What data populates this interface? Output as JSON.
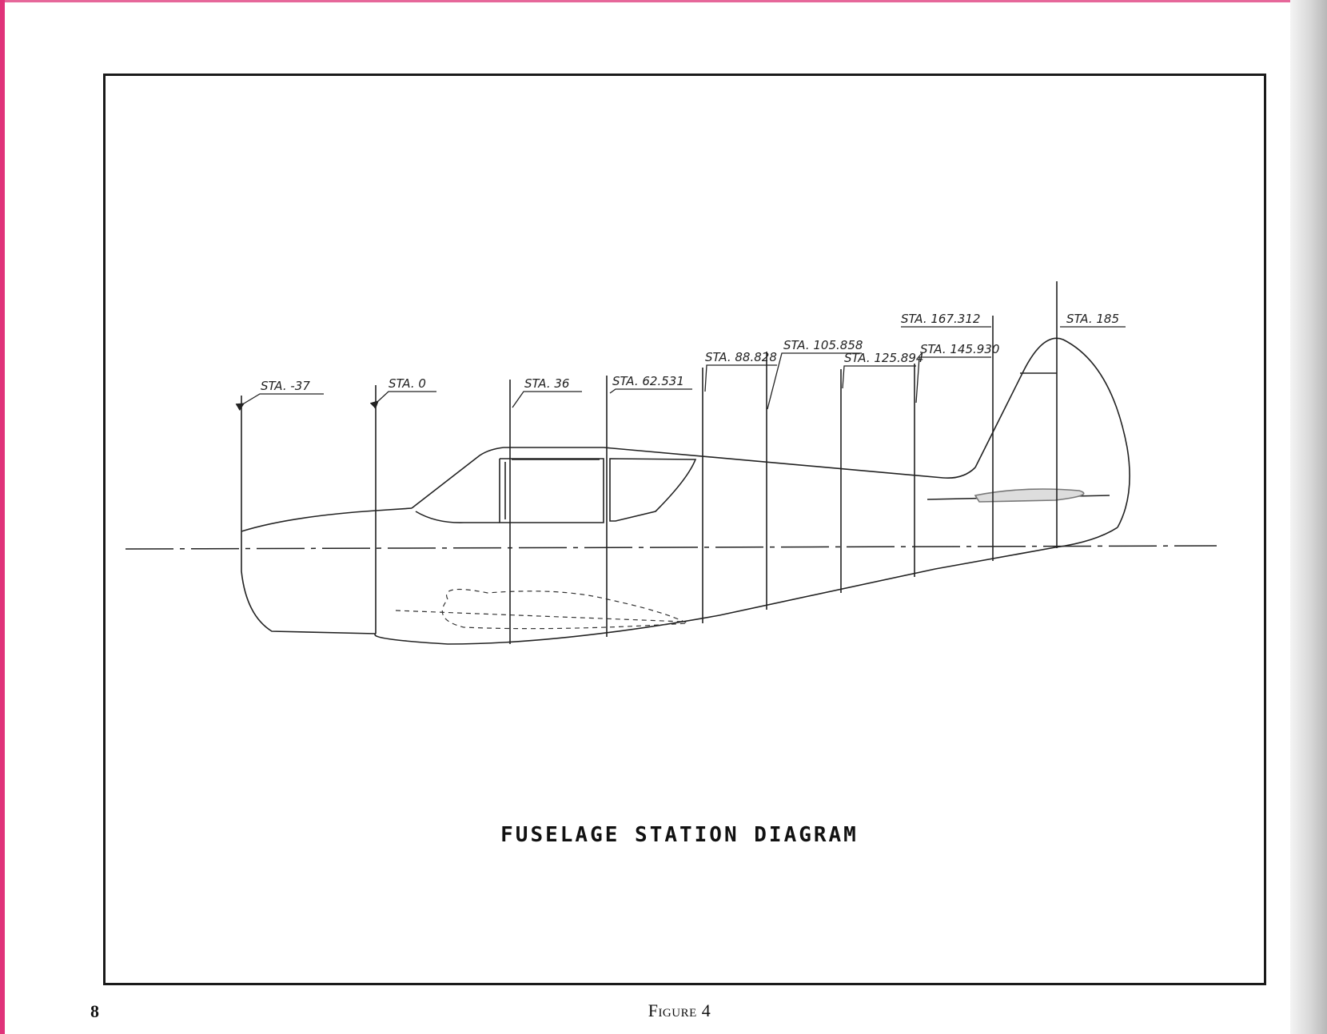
{
  "diagram": {
    "title": "FUSELAGE STATION DIAGRAM",
    "stations": [
      {
        "label": "STA. -37"
      },
      {
        "label": "STA. 0"
      },
      {
        "label": "STA. 36"
      },
      {
        "label": "STA. 62.531"
      },
      {
        "label": "STA. 88.828"
      },
      {
        "label": "STA. 105.858"
      },
      {
        "label": "STA. 125.894"
      },
      {
        "label": "STA. 145.930"
      },
      {
        "label": "STA. 167.312"
      },
      {
        "label": "STA. 185"
      }
    ]
  },
  "page": {
    "number": "8",
    "figure_label": "Figure 4"
  }
}
